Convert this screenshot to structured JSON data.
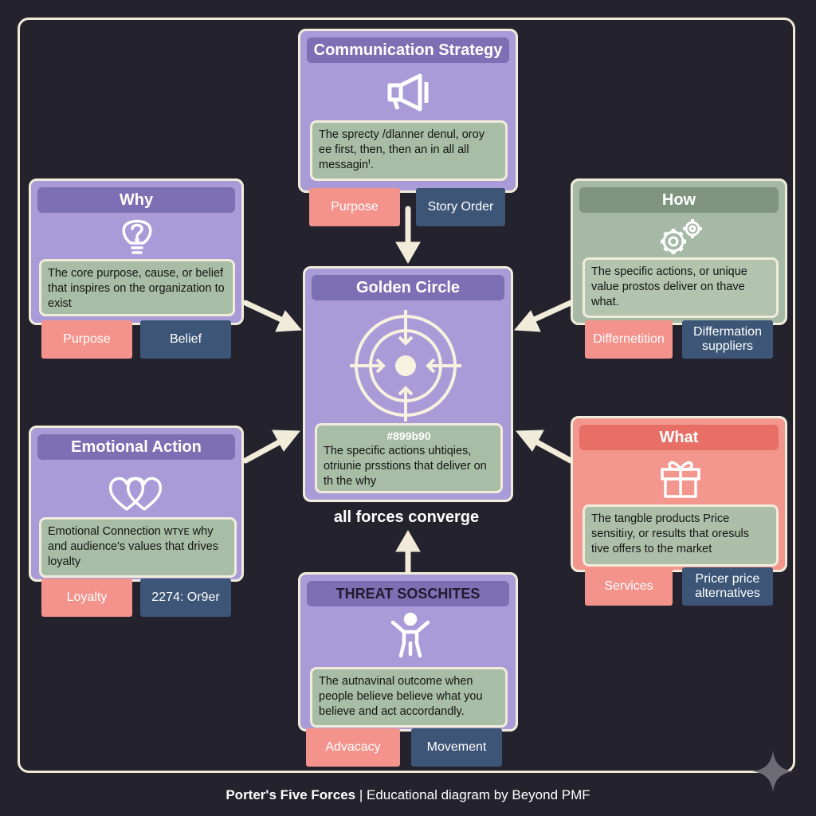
{
  "cards": {
    "communication": {
      "title": "Communication Strategy",
      "description": "The sprecty /dlanner denul, oroy ee first, then, then an in all all messaginꞋ.",
      "tags": [
        "Purpose",
        "Story Order"
      ],
      "icon": "megaphone-icon"
    },
    "why": {
      "title": "Why",
      "description": "The core purpose, cause, or belief that inspires on the organization to exist",
      "tags": [
        "Purpose",
        "Belief"
      ],
      "icon": "lightbulb-icon"
    },
    "how": {
      "title": "How",
      "description": "The specific actions, or unique value prostos deliver on thave what.",
      "tags": [
        "Differnetition",
        "Differmation suppliers"
      ],
      "icon": "gears-icon"
    },
    "golden": {
      "title": "Golden Circle",
      "subtitle": "#899b90",
      "description": "The specific actions uhtiqies, otriunie prsstions that deliver on th the why",
      "icon": "target-icon"
    },
    "emotional": {
      "title": "Emotional Action",
      "description": "Emotional Connection ᴡᴛʏᴇ why and audience's values that drives loyalty",
      "tags": [
        "Loyalty",
        "2274: Or9er"
      ],
      "icon": "hearts-icon"
    },
    "what": {
      "title": "What",
      "description": "The tangble products Price sensitiıy, or results that oresuls tive offers to the market",
      "tags": [
        "Services",
        "Pricer price alternatives"
      ],
      "icon": "gift-icon"
    },
    "threat": {
      "title": "THREAT SOSCHITES",
      "description": "The autnavinal outcome when people believe believe what you believe and act accordandly.",
      "tags": [
        "Advacacy",
        "Movement"
      ],
      "icon": "person-icon"
    }
  },
  "caption": "all forces converge",
  "footer": {
    "title": "Porter's Five Forces",
    "separator": " | ",
    "rest": "Educational diagram by Beyond PMF"
  },
  "colors": {
    "background": "#24222c",
    "frame": "#efe9d6",
    "lavender": "#a99bd8",
    "sage": "#a6b9a7",
    "coral": "#f3968e",
    "tag_pink": "#f4938c",
    "tag_navy": "#3d5577"
  }
}
